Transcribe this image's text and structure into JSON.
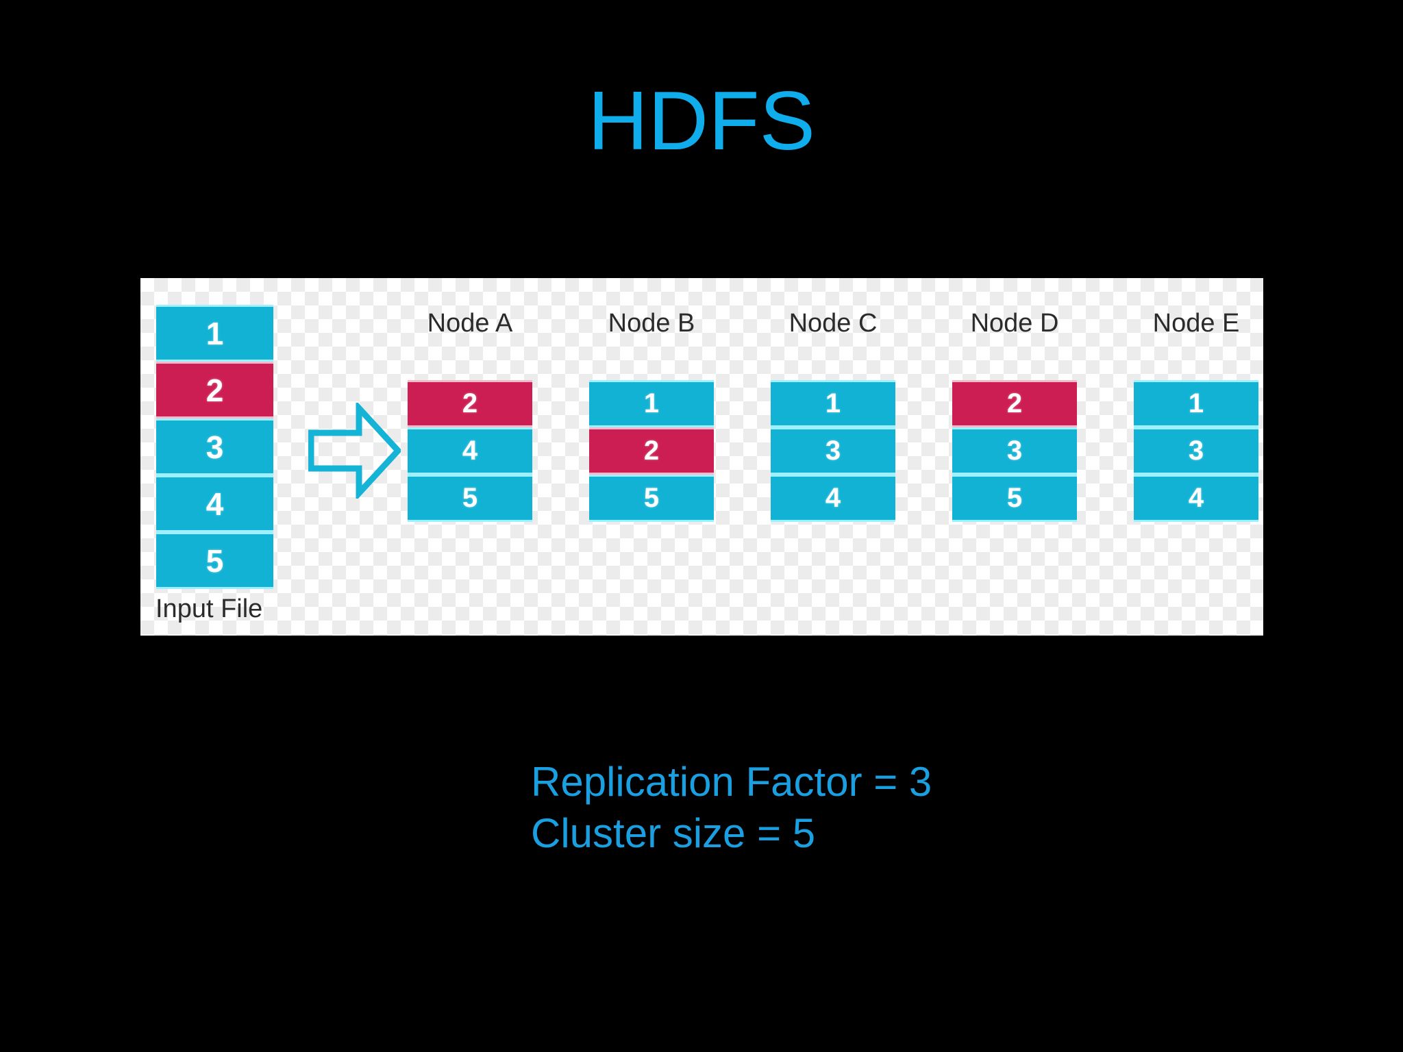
{
  "slide": {
    "title": "HDFS",
    "title_color": "#0fadec",
    "background_color": "#000000"
  },
  "diagram": {
    "input_file": {
      "label": "Input File",
      "blocks": [
        {
          "value": "1",
          "color": "cyan"
        },
        {
          "value": "2",
          "color": "red"
        },
        {
          "value": "3",
          "color": "cyan"
        },
        {
          "value": "4",
          "color": "cyan"
        },
        {
          "value": "5",
          "color": "cyan"
        }
      ]
    },
    "arrow": {
      "icon": "right-arrow-outline-icon",
      "color": "#15b3d6"
    },
    "nodes": [
      {
        "label": "Node A",
        "blocks": [
          {
            "value": "2",
            "color": "red"
          },
          {
            "value": "4",
            "color": "cyan"
          },
          {
            "value": "5",
            "color": "cyan"
          }
        ]
      },
      {
        "label": "Node B",
        "blocks": [
          {
            "value": "1",
            "color": "cyan"
          },
          {
            "value": "2",
            "color": "red"
          },
          {
            "value": "5",
            "color": "cyan"
          }
        ]
      },
      {
        "label": "Node C",
        "blocks": [
          {
            "value": "1",
            "color": "cyan"
          },
          {
            "value": "3",
            "color": "cyan"
          },
          {
            "value": "4",
            "color": "cyan"
          }
        ]
      },
      {
        "label": "Node D",
        "blocks": [
          {
            "value": "2",
            "color": "red"
          },
          {
            "value": "3",
            "color": "cyan"
          },
          {
            "value": "5",
            "color": "cyan"
          }
        ]
      },
      {
        "label": "Node E",
        "blocks": [
          {
            "value": "1",
            "color": "cyan"
          },
          {
            "value": "3",
            "color": "cyan"
          },
          {
            "value": "4",
            "color": "cyan"
          }
        ]
      }
    ],
    "palette": {
      "block_cyan": "#12b2d4",
      "block_red": "#cc1e52",
      "block_divider": "#9ff0ff",
      "label_text": "#2b2b2b"
    }
  },
  "caption": {
    "color": "#1a9fe0",
    "lines": [
      "Replication Factor = 3",
      "Cluster size = 5"
    ]
  }
}
